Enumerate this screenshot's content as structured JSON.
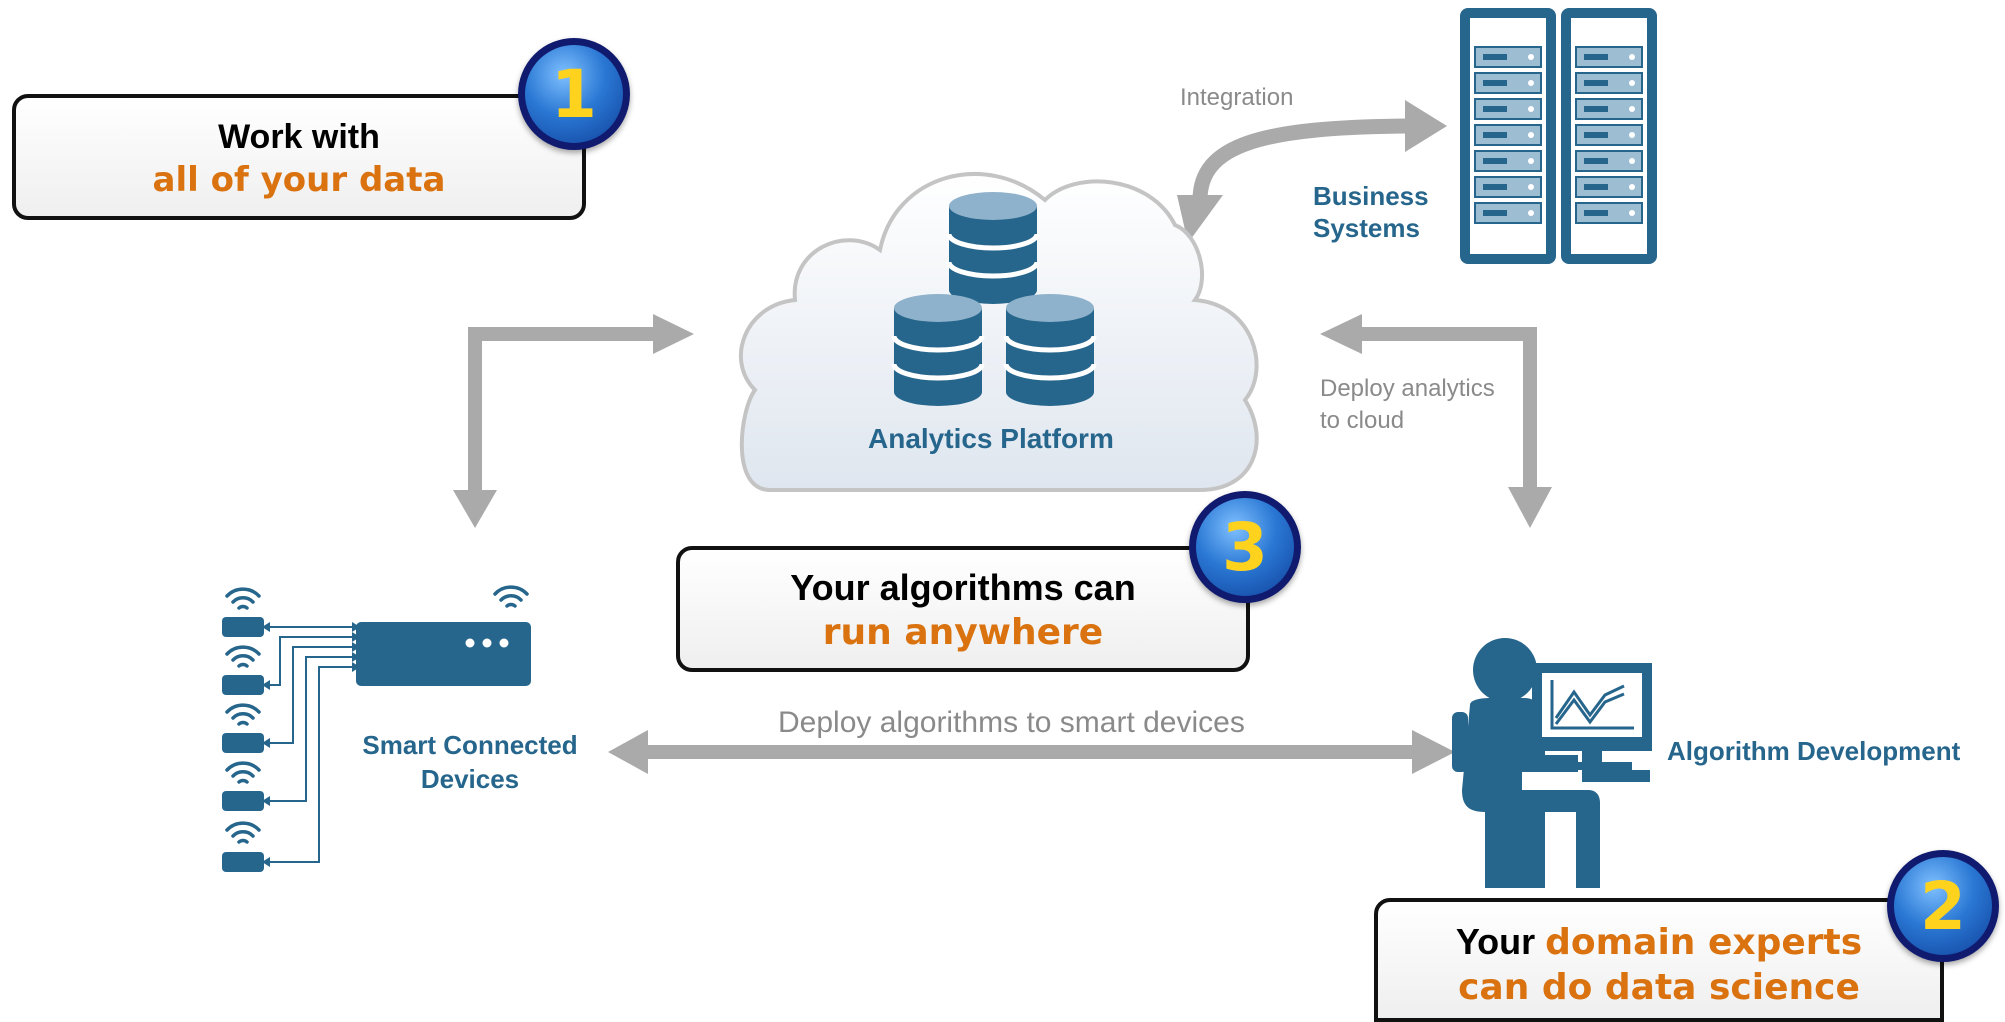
{
  "callouts": {
    "c1": {
      "line1": "Work with",
      "line2": "all of your data",
      "badge": "1"
    },
    "c3": {
      "line1": "Your algorithms can",
      "line2": "run anywhere",
      "badge": "3"
    },
    "c2": {
      "line1_prefix": "Your ",
      "line1_highlight": "domain experts",
      "line2": "can do data science",
      "badge": "2"
    }
  },
  "nodes": {
    "analytics_platform": "Analytics Platform",
    "business_systems_l1": "Business",
    "business_systems_l2": "Systems",
    "smart_devices_l1": "Smart Connected",
    "smart_devices_l2": "Devices",
    "algorithm_development": "Algorithm Development"
  },
  "edges": {
    "integration": "Integration",
    "deploy_cloud_l1": "Deploy analytics",
    "deploy_cloud_l2": "to cloud",
    "deploy_devices": "Deploy algorithms to smart devices"
  },
  "colors": {
    "icon_blue": "#27668c",
    "highlight_orange": "#d9720f",
    "arrow_gray": "#aaaaaa",
    "badge_number": "#ffd21e"
  }
}
